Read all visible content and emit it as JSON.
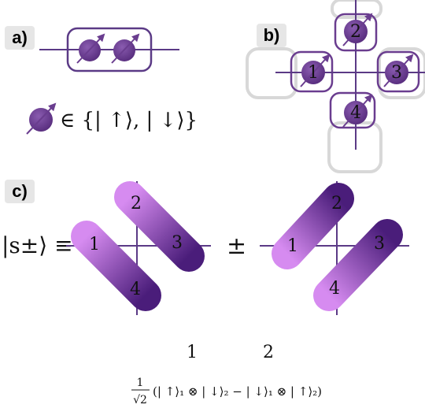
{
  "panels": {
    "a": {
      "label": "a)",
      "set_text": "∈ {| ↑⟩, | ↓⟩}"
    },
    "b": {
      "label": "b)",
      "site_numbers": [
        "1",
        "2",
        "3",
        "4"
      ]
    },
    "c": {
      "label": "c)",
      "lhs": "|s±⟩ ≡",
      "pm": "±",
      "left_bonds": [
        "1",
        "2",
        "3",
        "4"
      ],
      "right_bonds": [
        "1",
        "2",
        "3",
        "4"
      ],
      "singlet_numbers": [
        "1",
        "2"
      ],
      "formula_prefix_num": "1",
      "formula_prefix_den": "√2",
      "formula_body": "(| ↑⟩₁ ⊗ | ↓⟩₂ − | ↓⟩₁ ⊗ | ↑⟩₂)"
    }
  },
  "colors": {
    "spin_fill": "#6a3d8f",
    "line": "#5b3a86",
    "bond_light": "#d68bf0",
    "bond_dark": "#4a1d7a"
  }
}
